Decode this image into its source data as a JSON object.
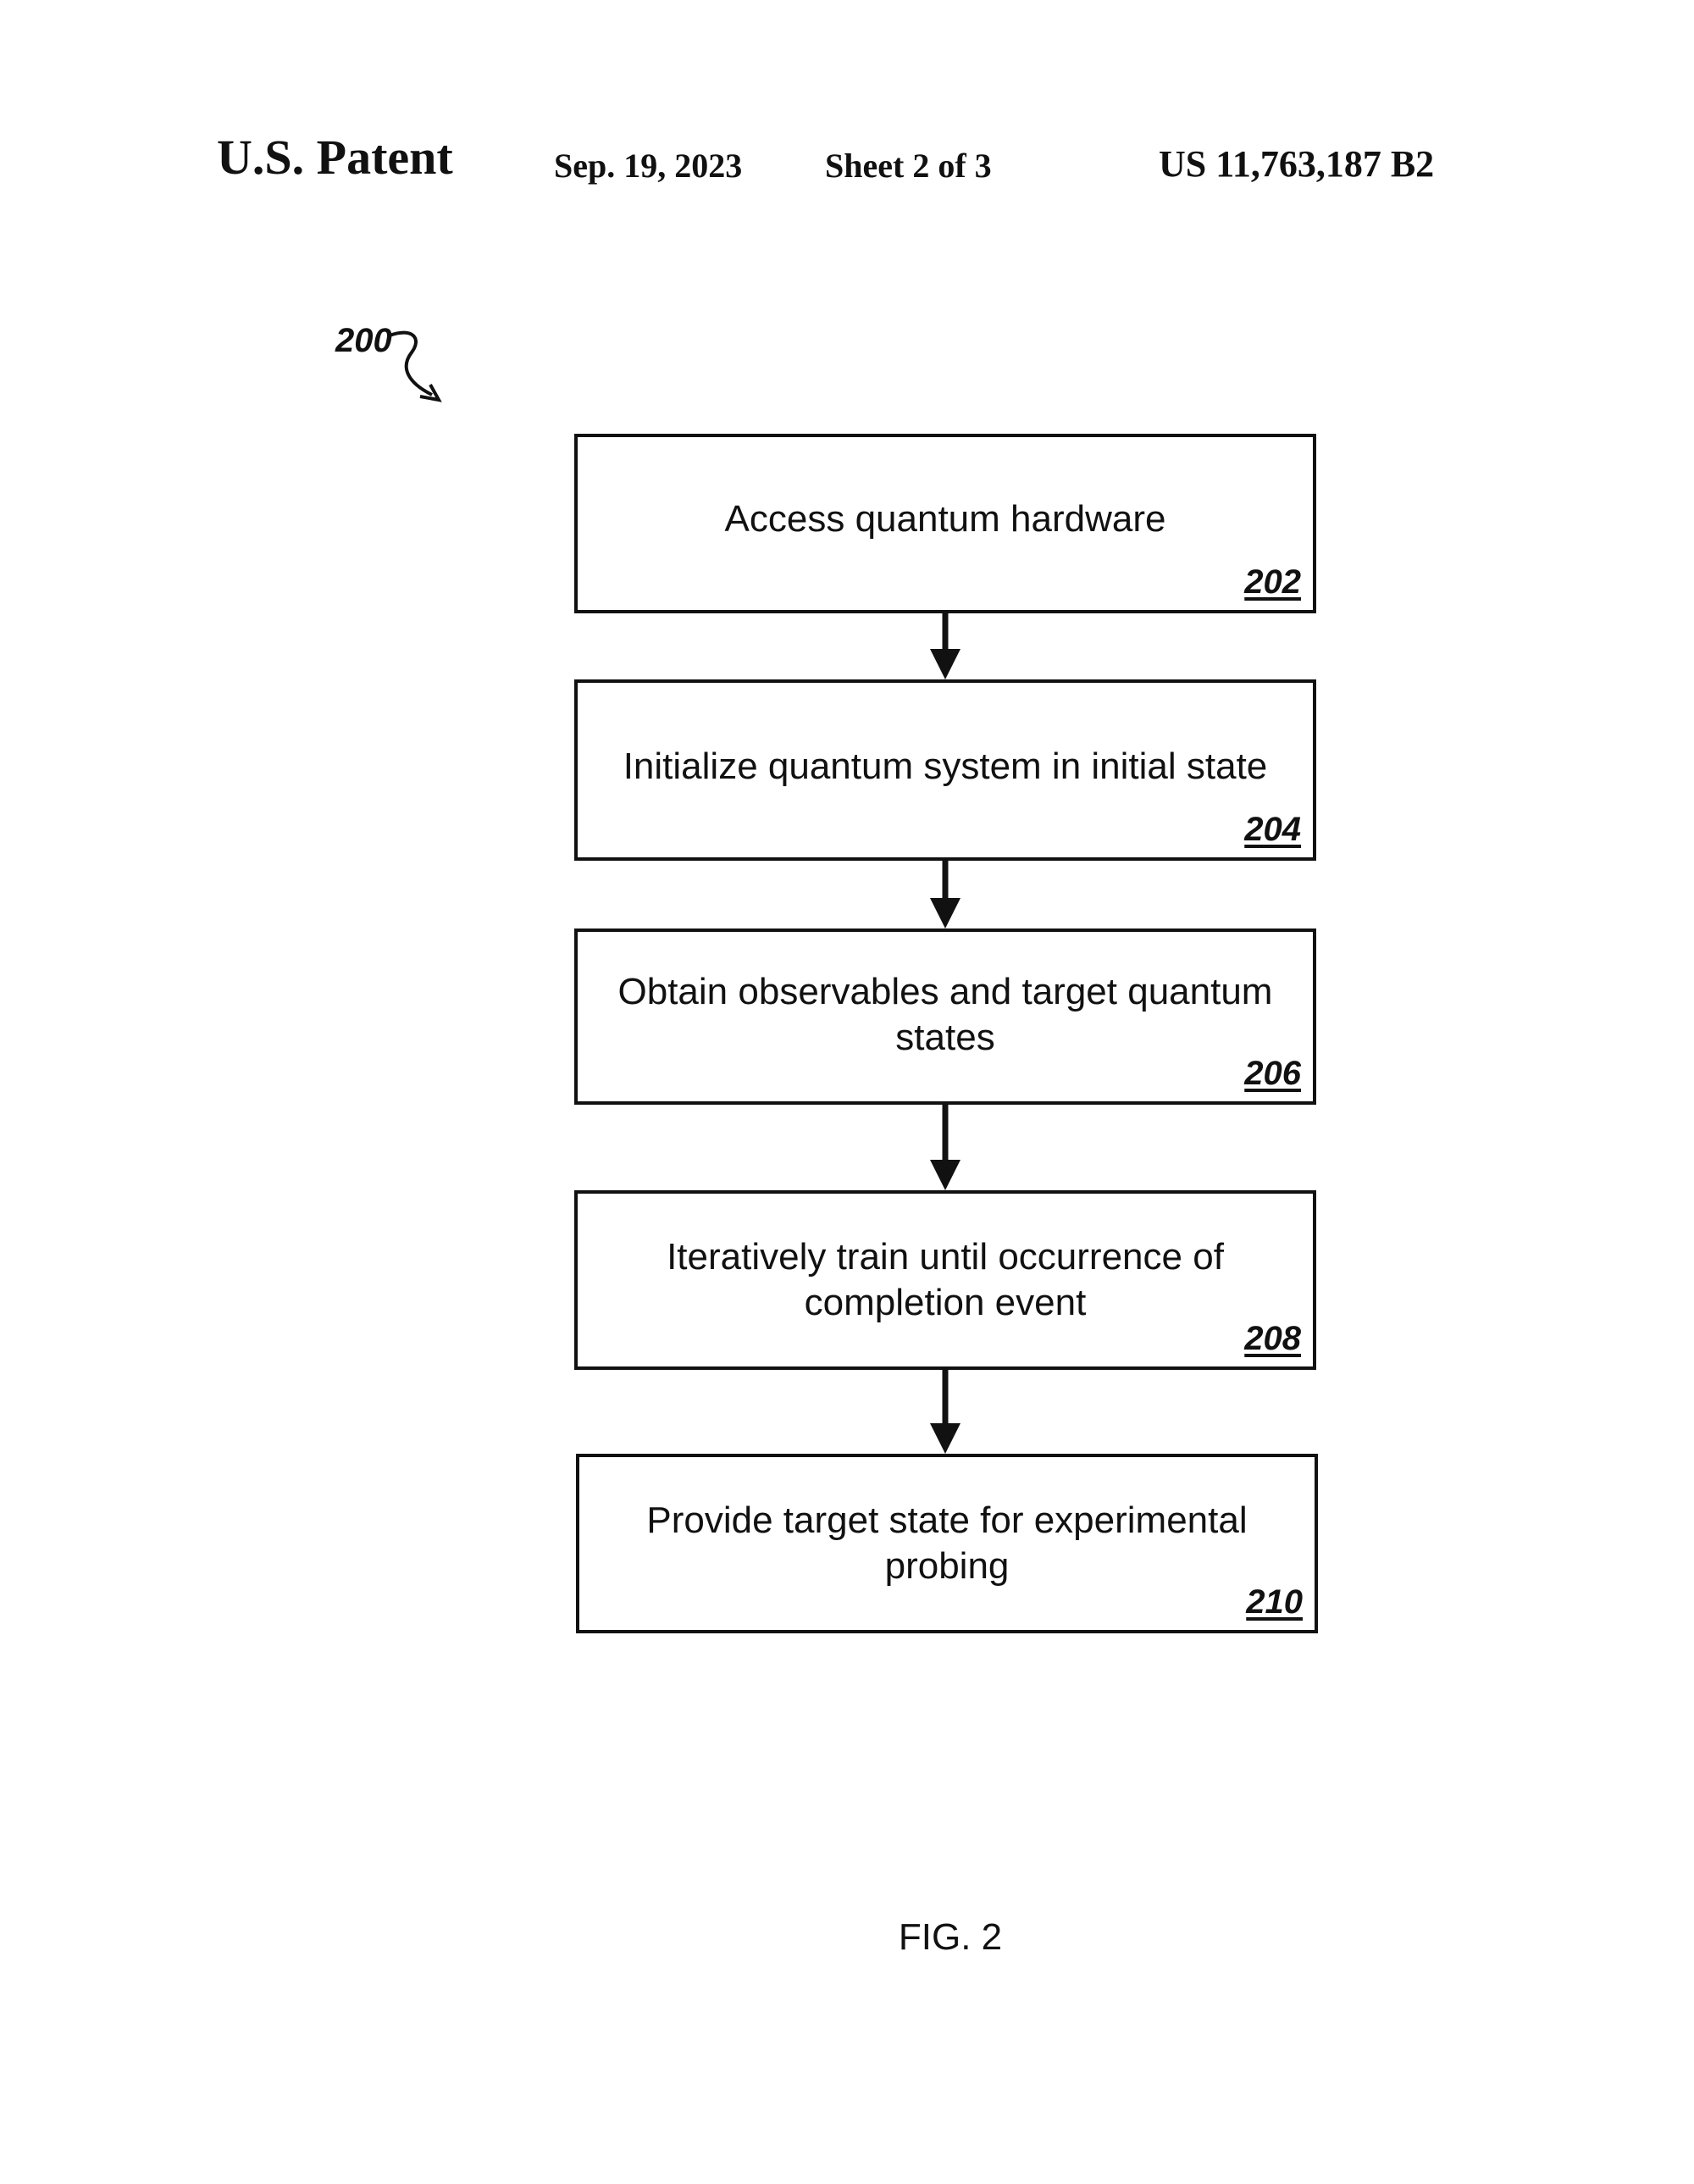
{
  "header": {
    "title": "U.S. Patent",
    "date": "Sep. 19, 2023",
    "sheet": "Sheet 2 of 3",
    "patent_number": "US 11,763,187 B2"
  },
  "figure": {
    "reference": "200",
    "caption": "FIG. 2",
    "steps": [
      {
        "text": "Access quantum hardware",
        "ref": "202"
      },
      {
        "text": "Initialize quantum system in initial state",
        "ref": "204"
      },
      {
        "text": "Obtain observables and target quantum states",
        "ref": "206"
      },
      {
        "text": "Iteratively train until occurrence of completion event",
        "ref": "208"
      },
      {
        "text": "Provide target state for experimental probing",
        "ref": "210"
      }
    ]
  }
}
